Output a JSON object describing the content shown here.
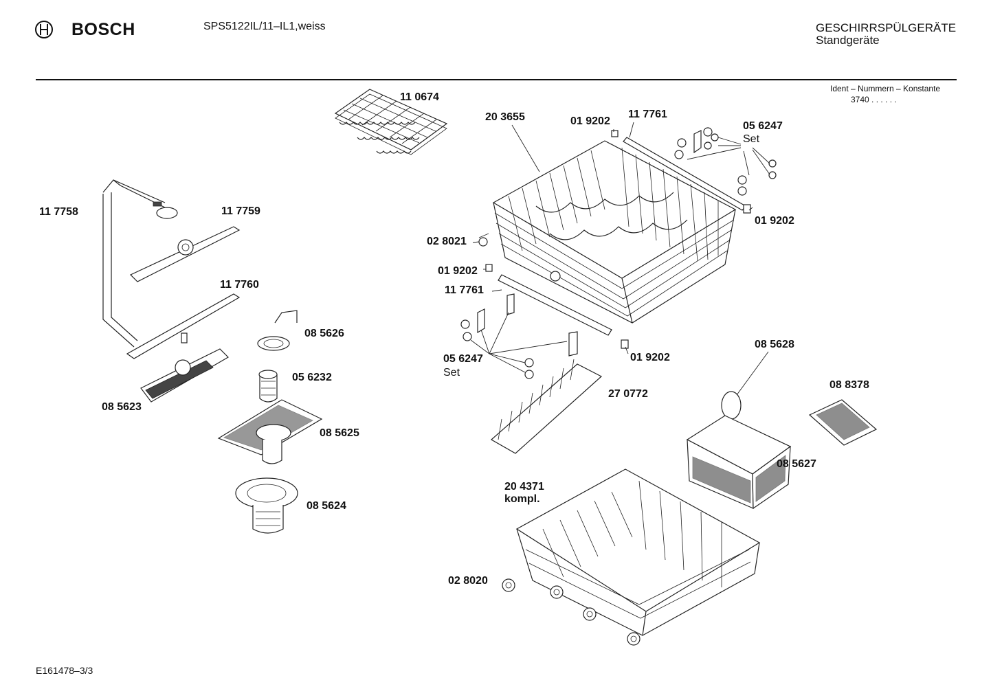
{
  "header": {
    "brand": "BOSCH",
    "model": "SPS5122IL/11–IL1,weiss",
    "category_line1": "GESCHIRRSPÜLGERÄTE",
    "category_line2": "Standgeräte",
    "ident_title": "Ident – Nummern – Konstante",
    "ident_value": "3740  .  .    .  .  .  ."
  },
  "parts": {
    "p110674": "11 0674",
    "p203655": "20 3655",
    "p019202_a": "01 9202",
    "p117761_a": "11 7761",
    "p056247_a": "05 6247",
    "set_a": "Set",
    "p117758": "11 7758",
    "p117759": "11 7759",
    "p019202_b": "01 9202",
    "p028021": "02 8021",
    "p019202_c": "01 9202",
    "p117761_b": "11 7761",
    "p117760": "11 7760",
    "p085626": "08 5626",
    "p056247_b": "05 6247",
    "set_b": "Set",
    "p019202_d": "01 9202",
    "p085628": "08 5628",
    "p056232": "05 6232",
    "p085623": "08 5623",
    "p270772": "27 0772",
    "p088378": "08 8378",
    "p085625": "08 5625",
    "p085627": "08 5627",
    "p204371": "20 4371",
    "kompl": "kompl.",
    "p085624": "08 5624",
    "p028020": "02 8020"
  },
  "footer": {
    "doc_id": "E161478–3/3"
  }
}
